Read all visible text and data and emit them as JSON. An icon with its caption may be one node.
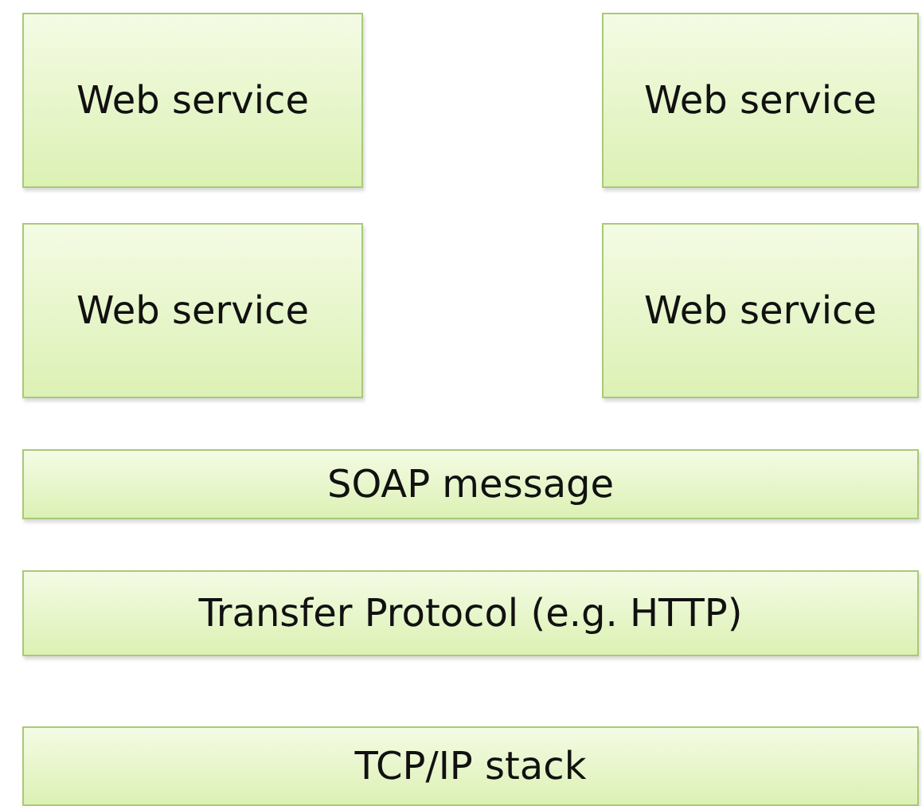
{
  "diagram": {
    "nodes": [
      {
        "text": [
          "Web service"
        ]
      },
      {
        "text": [
          "Web service"
        ]
      },
      {
        "text": [
          "Web service"
        ]
      },
      {
        "text": [
          "Web service"
        ]
      },
      {
        "text": [
          "SOAP message"
        ]
      },
      {
        "text": [
          "Transfer Protocol (e.g. HTTP)"
        ]
      },
      {
        "text": [
          "TCP/IP stack"
        ]
      }
    ]
  }
}
